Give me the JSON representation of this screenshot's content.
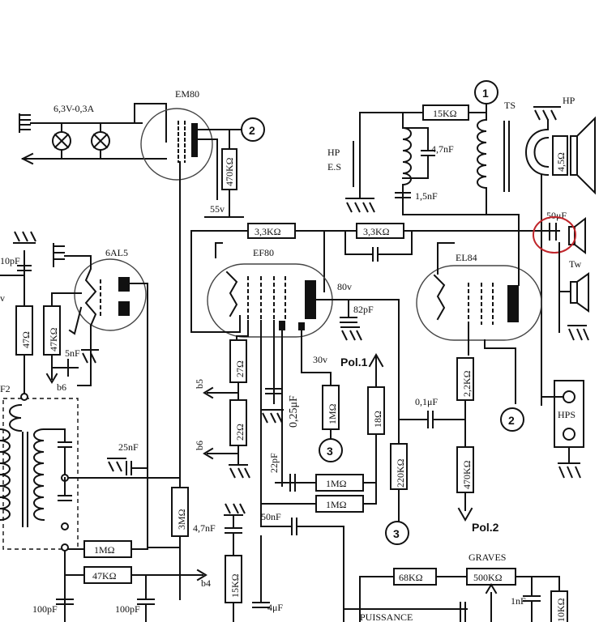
{
  "supply": {
    "heater": "6,3V-0,3A"
  },
  "tubes": {
    "em80": "EM80",
    "eabc": "6AL5",
    "ecf": "EF80",
    "el": "EL84"
  },
  "transformer": {
    "ts": "TS"
  },
  "speaker": {
    "hp": "HP",
    "tw": "Tw",
    "imp": "4,5Ω",
    "hps": "HPS",
    "cap": "50μF"
  },
  "es": {
    "label1": "HP",
    "label2": "E.S"
  },
  "nodes": {
    "n1": "1",
    "n2": "2",
    "n3": "3"
  },
  "resistors": {
    "r15k": "15KΩ",
    "r470k_em": "470KΩ",
    "r33k_a": "3,3KΩ",
    "r33k_b": "3,3KΩ",
    "r47": "47Ω",
    "r47k": "47KΩ",
    "r27": "27Ω",
    "r22": "22Ω",
    "r1m_pol": "1MΩ",
    "r18": "18Ω",
    "r22k": "2,2KΩ",
    "r470k": "470KΩ",
    "r220k": "220KΩ",
    "r1m_a": "1MΩ",
    "r1m_b": "1MΩ",
    "r3m": "3MΩ",
    "r1m_c": "1MΩ",
    "r47k_b": "47KΩ",
    "r15k_b": "15KΩ",
    "r68k": "68KΩ",
    "r500k": "500KΩ",
    "r10k": "10KΩ"
  },
  "caps": {
    "c47n_ts": "4,7nF",
    "c15n": "1,5nF",
    "c10p": "10pF",
    "c5n": "5nF",
    "c82p": "82pF",
    "c025": "0,25μF",
    "c01": "0,1μF",
    "c22p": "22pF",
    "c25n": "25nF",
    "c50n": "50nF",
    "c47n": "4,7nF",
    "c100p_a": "100pF",
    "c100p_b": "100pF",
    "c4u": "4μF",
    "c1n": "1nF"
  },
  "labels": {
    "v55": "55v",
    "v80": "80v",
    "v30": "30v",
    "pol1": "Pol.1",
    "pol2": "Pol.2",
    "b5": "b5",
    "b6": "b6",
    "b6b": "b6",
    "b4": "b4",
    "f2": "F2",
    "vx": "v",
    "graves": "GRAVES",
    "puissance": "PUISSANCE"
  }
}
